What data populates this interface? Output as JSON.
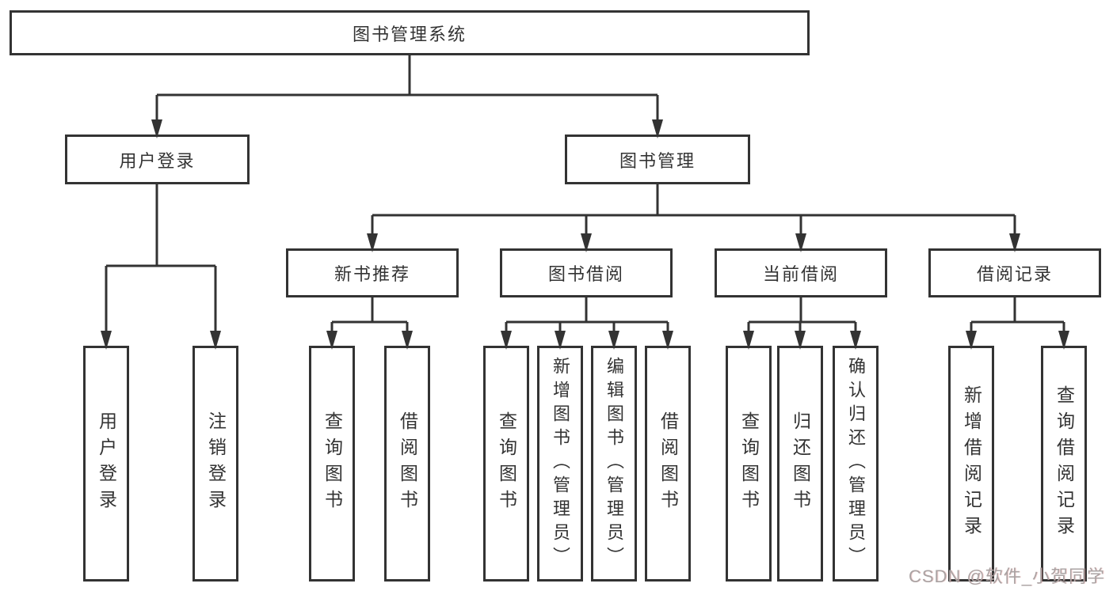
{
  "tree": {
    "label": "图书管理系统",
    "children": [
      {
        "label": "用户登录",
        "children": [
          {
            "label": "用户登录"
          },
          {
            "label": "注销登录"
          }
        ]
      },
      {
        "label": "图书管理",
        "children": [
          {
            "label": "新书推荐",
            "children": [
              {
                "label": "查询图书"
              },
              {
                "label": "借阅图书"
              }
            ]
          },
          {
            "label": "图书借阅",
            "children": [
              {
                "label": "查询图书"
              },
              {
                "label": "新增图书（管理员）"
              },
              {
                "label": "编辑图书（管理员）"
              },
              {
                "label": "借阅图书"
              }
            ]
          },
          {
            "label": "当前借阅",
            "children": [
              {
                "label": "查询图书"
              },
              {
                "label": "归还图书"
              },
              {
                "label": "确认归还（管理员）"
              }
            ]
          },
          {
            "label": "借阅记录",
            "children": [
              {
                "label": "新增借阅记录"
              },
              {
                "label": "查询借阅记录"
              }
            ]
          }
        ]
      }
    ]
  },
  "watermark": {
    "text": "CSDN @软件_小贺同学"
  },
  "colors": {
    "line": "#333333",
    "text": "#333333",
    "watermark": "#aaa3a3",
    "background": "#ffffff"
  }
}
